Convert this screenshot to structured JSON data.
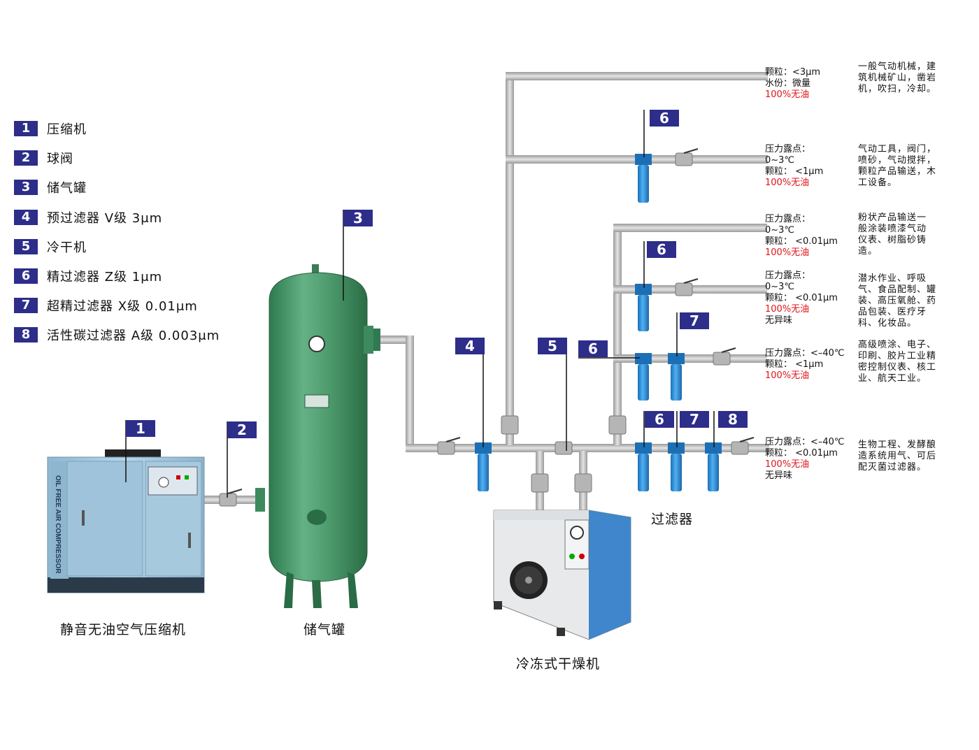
{
  "legend": [
    {
      "num": "1",
      "label": "压缩机"
    },
    {
      "num": "2",
      "label": "球阀"
    },
    {
      "num": "3",
      "label": "储气罐"
    },
    {
      "num": "4",
      "label": "预过滤器  V级 3μm"
    },
    {
      "num": "5",
      "label": "冷干机"
    },
    {
      "num": "6",
      "label": "精过滤器 Z级 1μm"
    },
    {
      "num": "7",
      "label": "超精过滤器 X级 0.01μm"
    },
    {
      "num": "8",
      "label": "活性碳过滤器 A级 0.003μm"
    }
  ],
  "tags": {
    "compressor": "1",
    "valve": "2",
    "tank": "3",
    "prefilter": "4",
    "dryer": "5",
    "row1_fine": "6",
    "row2_fine": "6",
    "row3_fine": "6",
    "row3_ultra": "7",
    "row4_fine": "6",
    "row4_ultra": "7",
    "row4_carbon": "8"
  },
  "captions": {
    "compressor": "静音无油空气压缩机",
    "tank": "储气罐",
    "dryer": "冷冻式干燥机",
    "filters": "过滤器"
  },
  "compressor_side_text": "OIL FREE AIR COMPRESSOR",
  "outlets": [
    {
      "spec": [
        "颗粒：<3μm",
        "水份：微量"
      ],
      "spec_red": "100%无油",
      "spec_after": "",
      "use": "一般气动机械，建筑机械矿山，凿岩机，吹扫，冷却。"
    },
    {
      "spec": [
        "压力露点：",
        "0~3℃",
        "颗粒： <1μm"
      ],
      "spec_red": "100%无油",
      "spec_after": "",
      "use": "气动工具，阀门，喷砂，气动搅拌，颗粒产品输送，木工设备。"
    },
    {
      "spec": [
        "压力露点：",
        "0~3℃",
        "颗粒： <0.01μm"
      ],
      "spec_red": "100%无油",
      "spec_after": "",
      "use": "粉状产品输送一般涂装喷漆气动仪表、树脂砂铸造。"
    },
    {
      "spec": [
        "压力露点：",
        "0~3℃",
        "颗粒： <0.01μm"
      ],
      "spec_red": "100%无油",
      "spec_after": "无异味",
      "use": "潜水作业、呼吸气、食品配制、罐装、高压氧舱、药品包装、医疗牙科、化妆品。"
    },
    {
      "spec": [
        "压力露点：<–40℃",
        "颗粒： <1μm"
      ],
      "spec_red": "100%无油",
      "spec_after": "",
      "use": "高级喷涂、电子、印刷、胶片工业精密控制仪表、核工业、航天工业。"
    },
    {
      "spec": [
        "压力露点：<–40℃",
        "颗粒： <0.01μm"
      ],
      "spec_red": "100%无油",
      "spec_after": "无异味",
      "use": "生物工程、发酵酿造系统用气、可后配灭菌过滤器。"
    }
  ],
  "colors": {
    "badge": "#2d2d8a",
    "pipe": "#c6c6c6",
    "tank": "#4a9a6a",
    "compressor": "#a9cbe0",
    "filter": "#2f8fd8",
    "dryer_panel": "#3f86cc",
    "red_text": "#e0141a"
  }
}
